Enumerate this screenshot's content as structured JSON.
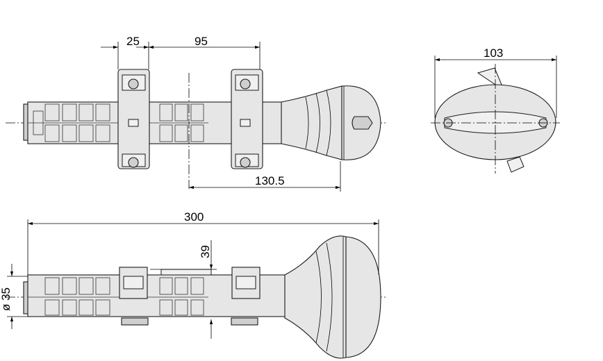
{
  "dimensions": {
    "width_25": "25",
    "width_95": "95",
    "offset_130_5": "130.5",
    "length_300": "300",
    "height_39": "39",
    "diameter_35": "ø 35",
    "width_103": "103"
  }
}
